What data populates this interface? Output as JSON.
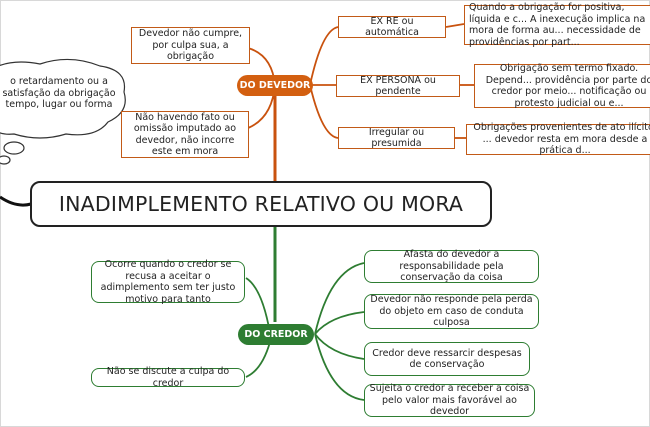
{
  "title": "INADIMPLEMENTO RELATIVO OU MORA",
  "devedor": {
    "label": "DO DEVEDOR",
    "color": "#d35f10",
    "left_notes": [
      "Devedor não cumpre, por culpa sua, a obrigação",
      "Não havendo fato ou omissão imputado ao devedor, não incorre este em mora"
    ],
    "types": [
      {
        "label": "EX RE ou automática",
        "detail": "Quando a obrigação for positiva, líquida e c... A inexecução implica na mora de forma au... necessidade de providências por part..."
      },
      {
        "label": "EX PERSONA ou pendente",
        "detail": "Obrigação sem termo fixado. Depend... providência por parte do credor por meio... notificação ou protesto judicial ou e..."
      },
      {
        "label": "Irregular ou presumida",
        "detail": "Obrigações provenientes de ato ilícito. ... devedor resta em mora desde a prática d..."
      }
    ]
  },
  "credor": {
    "label": "DO CREDOR",
    "color": "#2e7d32",
    "left_notes": [
      "Ocorre quando o credor se recusa a aceitar o adimplemento sem ter justo motivo para tanto",
      "Não se discute a culpa do credor"
    ],
    "effects": [
      "Afasta do devedor a responsabilidade pela conservação da coisa",
      "Devedor não responde pela perda do objeto em caso de conduta culposa",
      "Credor deve ressarcir despesas de conservação",
      "Sujeita o credor a receber a coisa pelo valor mais favorável ao devedor"
    ]
  },
  "cloud_note": "o retardamento ou a satisfação da obrigação tempo, lugar ou forma"
}
